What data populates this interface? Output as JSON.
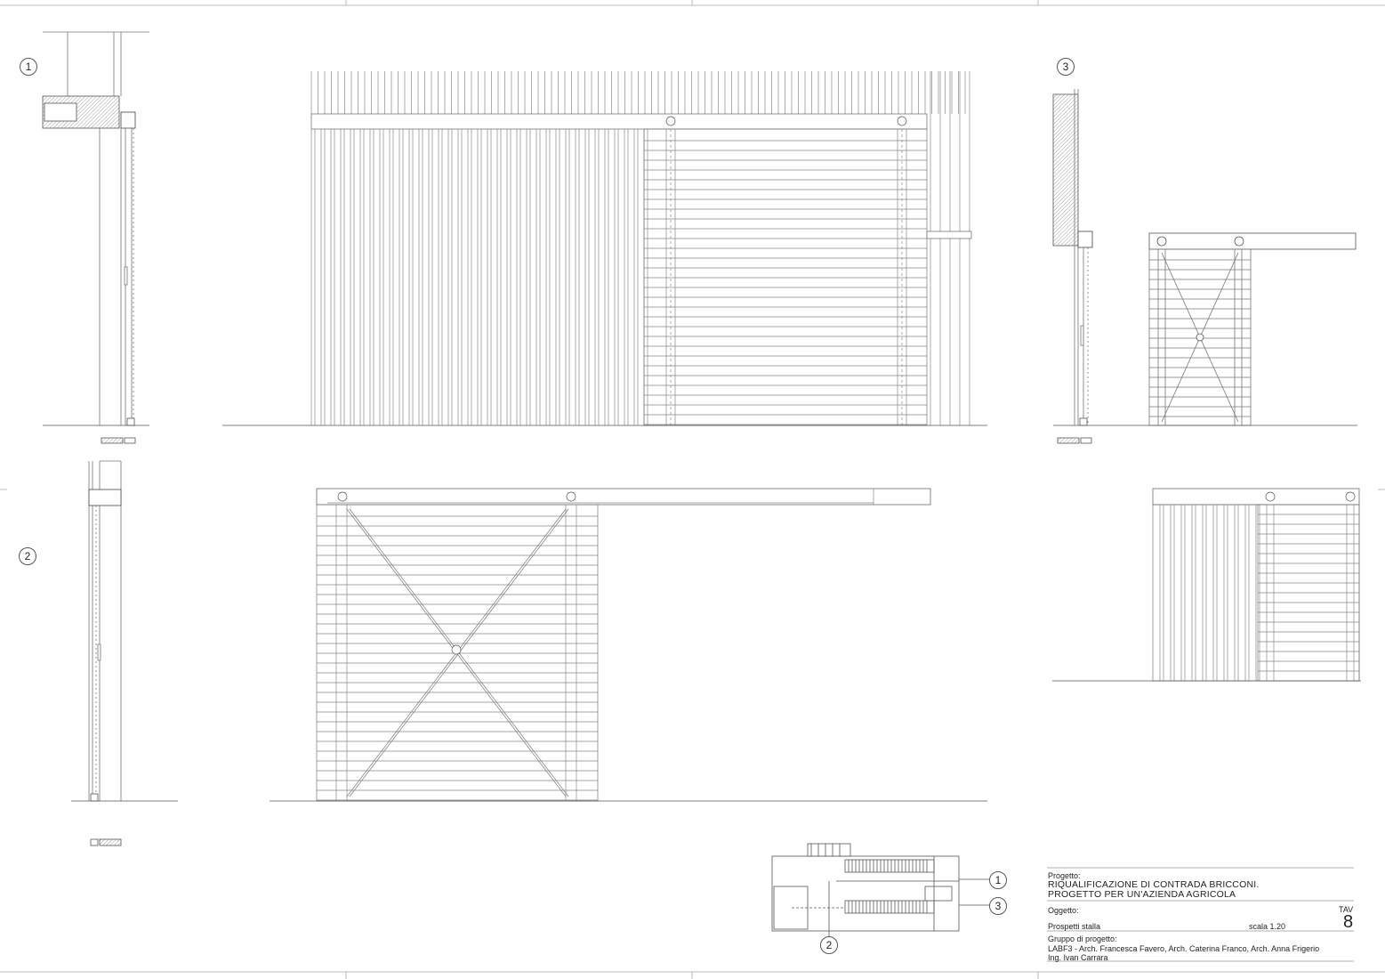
{
  "labels": {
    "ref1": "1",
    "ref2": "2",
    "ref3": "3"
  },
  "keyplan": {
    "ref1": "1",
    "ref2": "2",
    "ref3": "3"
  },
  "title_block": {
    "progetto_label": "Progetto:",
    "progetto_line1": "RIQUALIFICAZIONE DI CONTRADA BRICCONI.",
    "progetto_line2": "PROGETTO PER UN'AZIENDA AGRICOLA",
    "oggetto_label": "Oggetto:",
    "tav_label": "TAV",
    "tav_number": "8",
    "oggetto_value": "Prospetti stalla",
    "scale": "scala 1.20",
    "gruppo_label": "Gruppo di progetto:",
    "gruppo_line1": "LABF3 - Arch. Francesca Favero, Arch. Caterina Franco, Arch. Anna Frigerio",
    "gruppo_line2": "Ing. Ivan Carrara"
  },
  "colors": {
    "line": "#8a8a8a",
    "line_dark": "#444444",
    "hatch": "#777777"
  }
}
